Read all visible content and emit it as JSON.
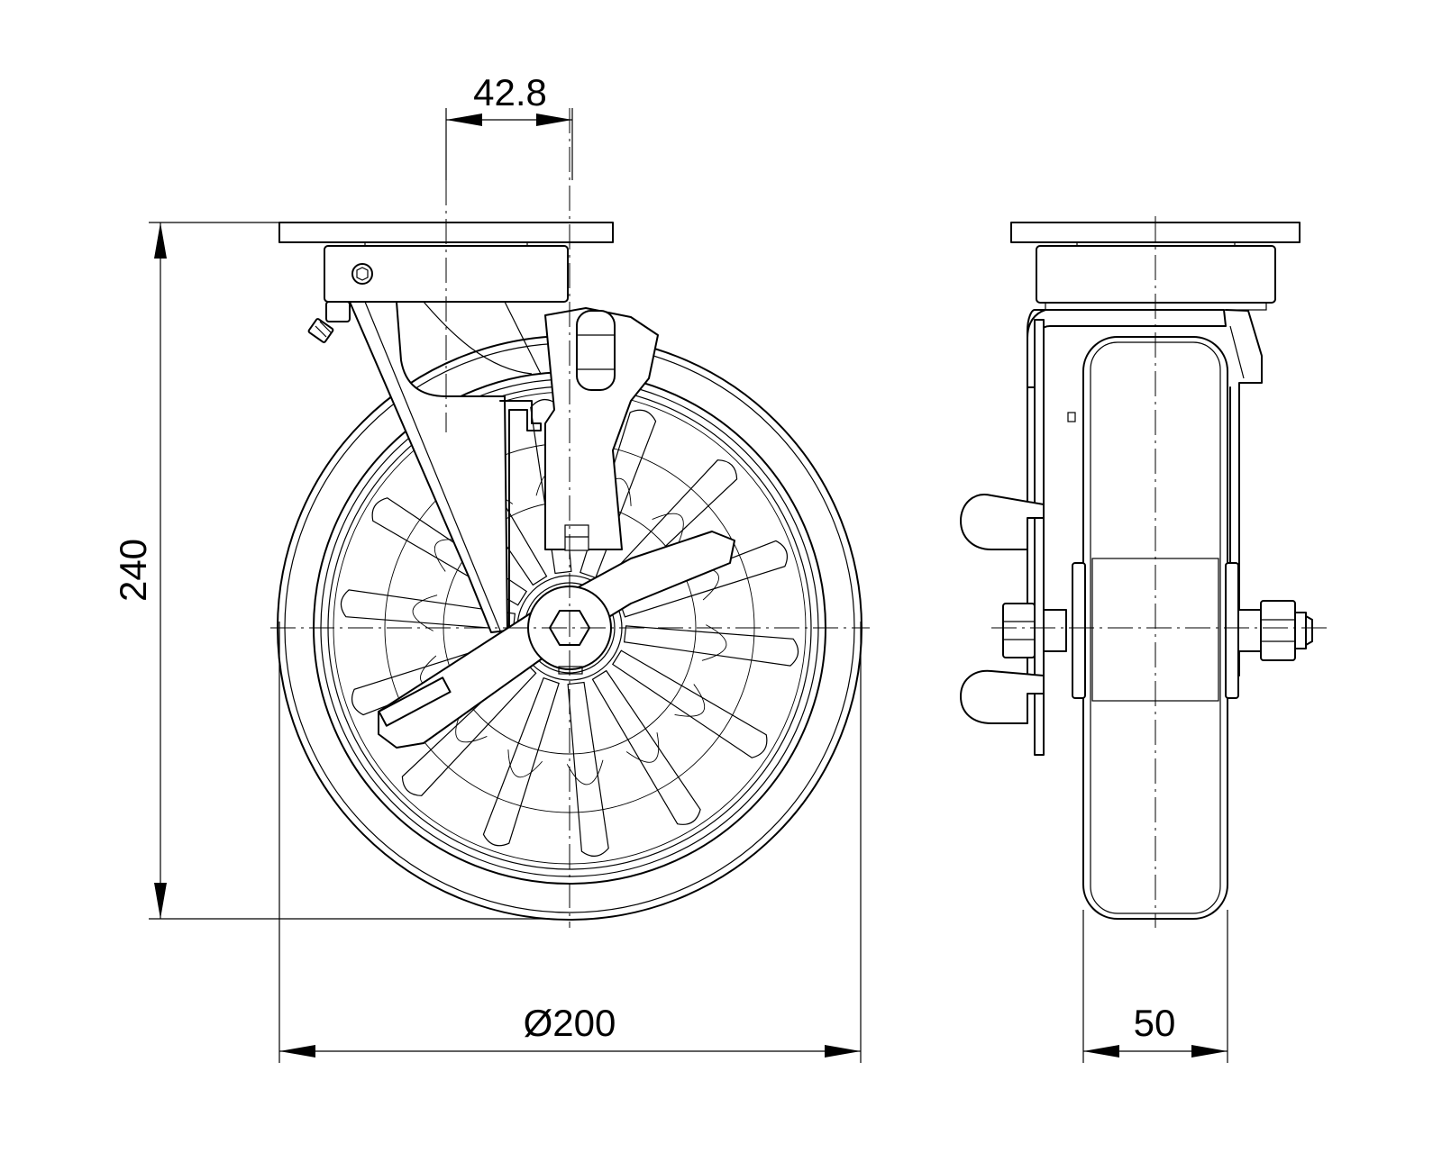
{
  "drawing": {
    "dimensions": {
      "offset": "42.8",
      "height": "240",
      "wheel_diameter": "Ø200",
      "wheel_width": "50"
    }
  }
}
